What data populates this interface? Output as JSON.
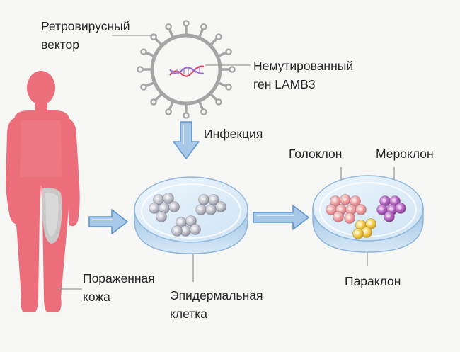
{
  "labels": {
    "vector": [
      "Ретровирусный",
      "вектор"
    ],
    "gene": [
      "Немутированный",
      "ген LAMB3"
    ],
    "infection": "Инфекция",
    "holoclone": "Голоклон",
    "meroclone": "Мероклон",
    "paraclone": "Параклон",
    "affected_skin": [
      "Пораженная",
      "кожа"
    ],
    "epidermal_cell": [
      "Эпидермальная",
      "клетка"
    ]
  },
  "colors": {
    "body": "#ec6e7a",
    "affected_skin": "#c9c9c9",
    "arrow": "#a8c8e8",
    "virus": "#a5a5a5",
    "dna_red": "#d9465a",
    "dna_purple": "#9a6fd0",
    "dish": "#dcecf8",
    "dish_rim": "#bcd7ee",
    "epidermal_cells": "#bdbdc8",
    "holoclone_cells": "#f0a3a3",
    "meroclone_cells": "#b967c4",
    "paraclone_cells": "#f3cd4b"
  }
}
